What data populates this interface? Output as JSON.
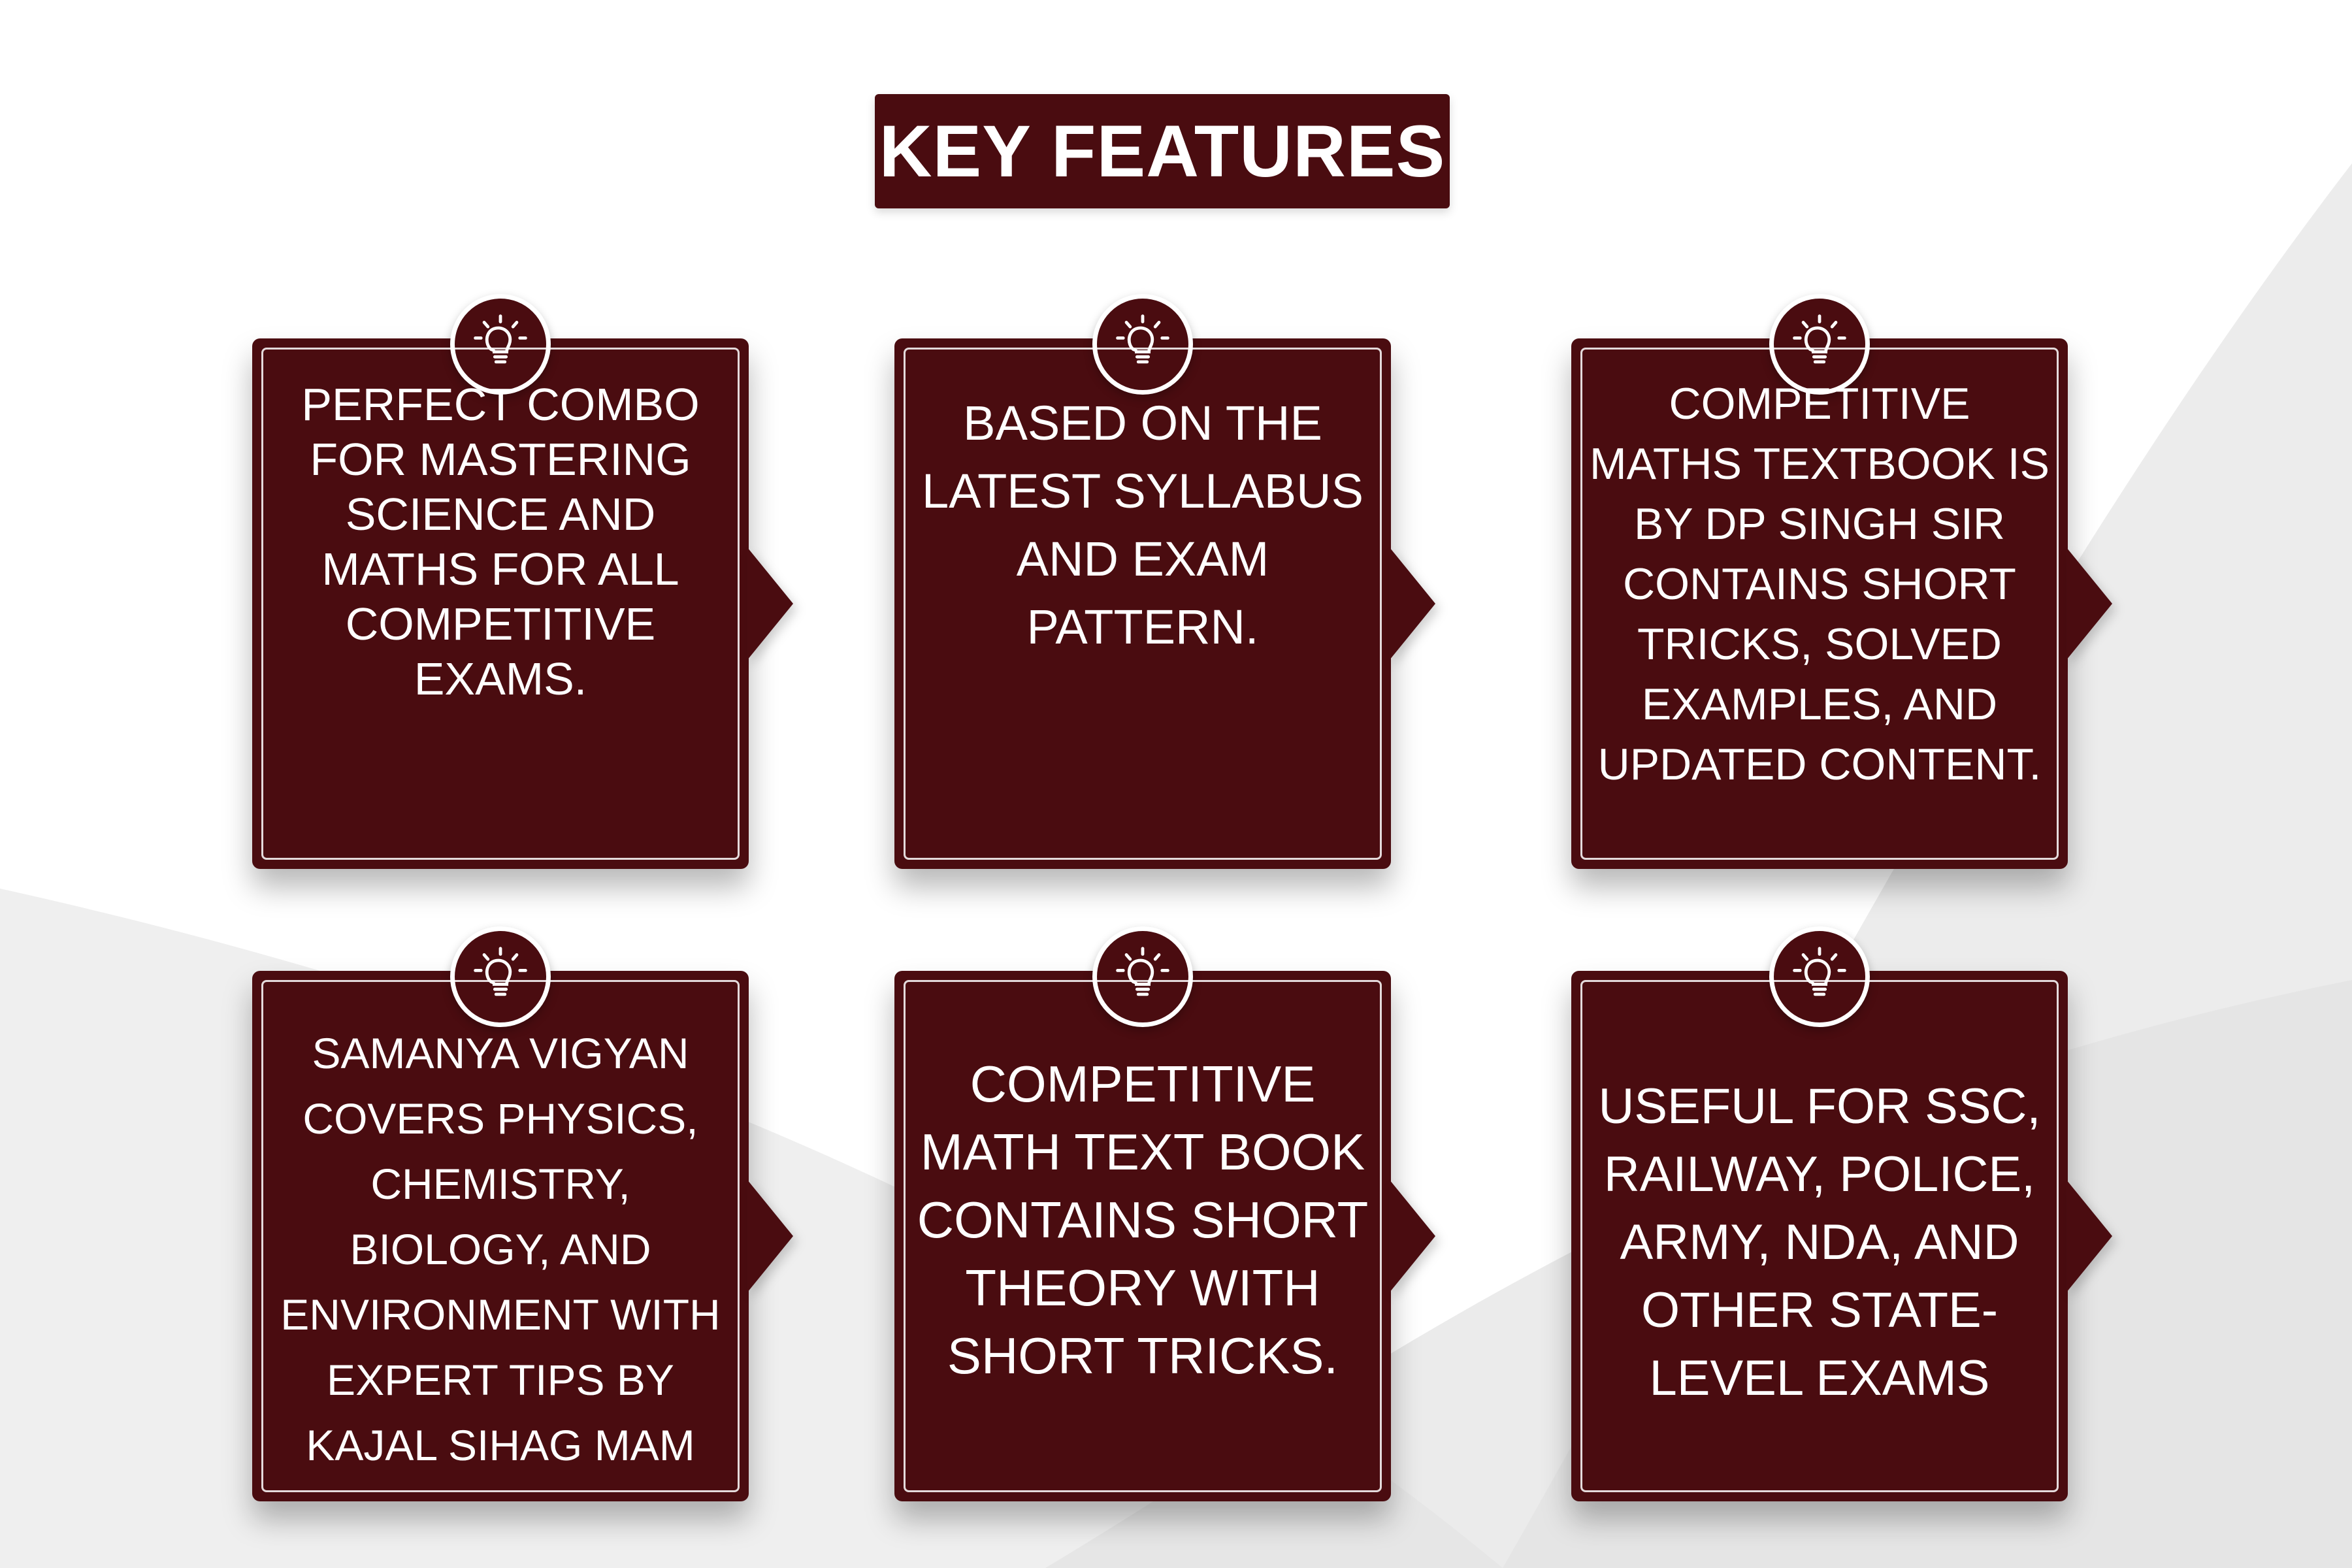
{
  "title": "KEY FEATURES",
  "colors": {
    "card": "#4a0c10",
    "text": "#ffffff",
    "background": "#ffffff"
  },
  "icon": "lightbulb-icon",
  "features": [
    {
      "text": "PERFECT COMBO FOR MASTERING SCIENCE AND MATHS FOR ALL COMPETITIVE EXAMS."
    },
    {
      "text": "BASED ON THE LATEST SYLLABUS AND EXAM PATTERN."
    },
    {
      "text": "COMPETITIVE MATHS TEXTBOOK IS BY DP SINGH SIR CONTAINS SHORT TRICKS, SOLVED EXAMPLES, AND UPDATED CONTENT."
    },
    {
      "text": "SAMANYA VIGYAN COVERS PHYSICS, CHEMISTRY, BIOLOGY, AND ENVIRONMENT WITH EXPERT TIPS BY KAJAL SIHAG MAM"
    },
    {
      "text": "COMPETITIVE MATH TEXT BOOK CONTAINS SHORT THEORY WITH SHORT TRICKS."
    },
    {
      "text": "USEFUL FOR SSC, RAILWAY, POLICE, ARMY, NDA, AND OTHER STATE-LEVEL EXAMS"
    }
  ]
}
